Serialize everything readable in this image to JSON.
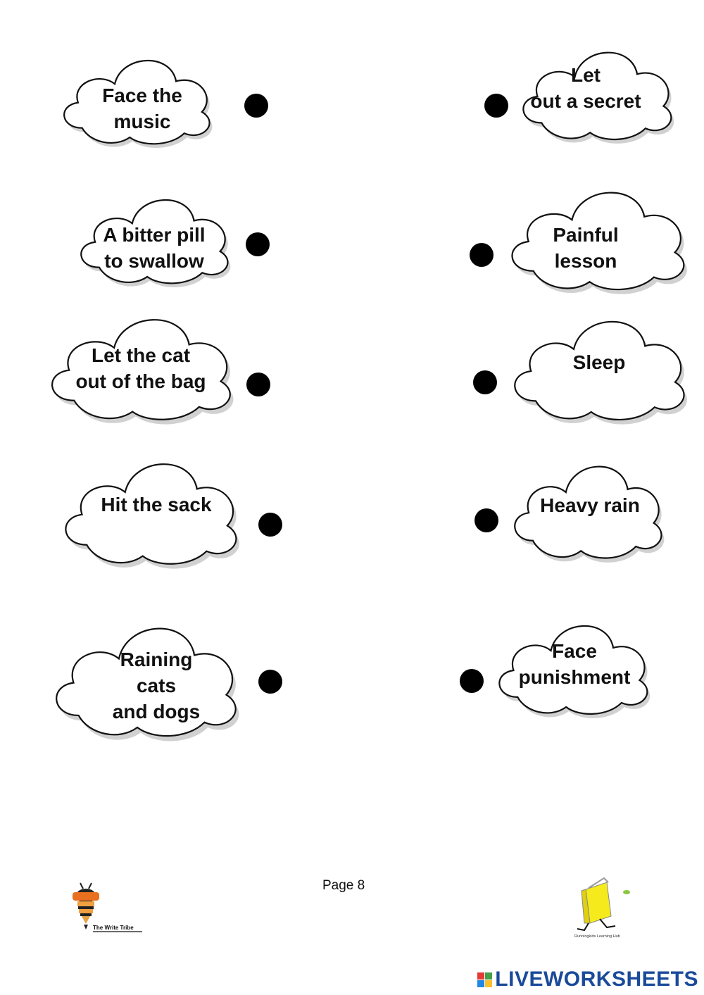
{
  "left_items": [
    {
      "text": "Face the\nmusic"
    },
    {
      "text": "A bitter pill\nto swallow"
    },
    {
      "text": "Let the cat\nout of the bag"
    },
    {
      "text": "Hit the sack"
    },
    {
      "text": "Raining\ncats\nand dogs"
    }
  ],
  "right_items": [
    {
      "text": "Let\nout a secret"
    },
    {
      "text": "Painful\nlesson"
    },
    {
      "text": "Sleep"
    },
    {
      "text": "Heavy rain"
    },
    {
      "text": "Face\npunishment"
    }
  ],
  "footer": {
    "page_label": "Page 8",
    "left_logo_text": "The Write Tribe",
    "right_logo_text": "Runningkids Learning Hub",
    "watermark": "LIVEWORKSHEETS"
  }
}
